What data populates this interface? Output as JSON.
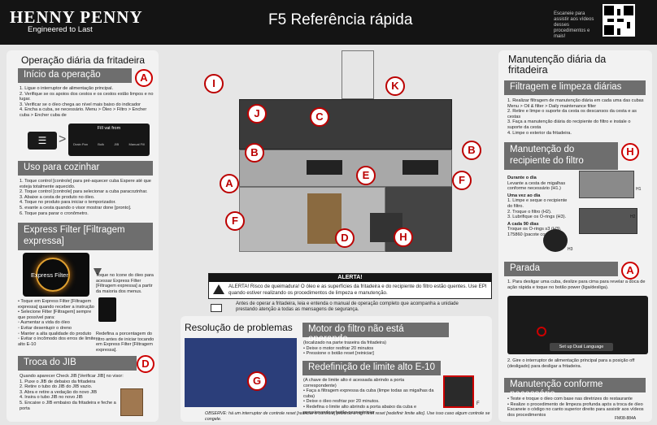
{
  "header": {
    "logo": "HENNY PENNY",
    "tagline": "Engineered to Last",
    "title": "F5 Referência rápida",
    "qr_text": "Escaneie para assistir aos vídeos desses procedimentos e mais!"
  },
  "left": {
    "title": "Operação diária da fritadeira",
    "badge": "A",
    "inicio": {
      "title": "Início da operação",
      "steps": [
        "1.  Ligue o interruptor de alimentação principal.",
        "2.  Verifique se os apoios dos cestos e os cestos estão limpos e no lugar.",
        "3.  Verificar se o óleo chega ao nível mais baixo do indicador",
        "4.  Encha a cuba, se necessário. Menu > Óleo  > Filtro > Encher cuba > Encher cuba de"
      ],
      "screen_title": "Fill vat from",
      "screen_items": [
        "Drain Pan",
        "Bulk",
        "JIB",
        "Manual Fill"
      ],
      "arrow": ">"
    },
    "cozinhar": {
      "title": "Uso para cozinhar",
      "steps": [
        "1.  Toque control [controle] para pré-aquecer cuba  Espere até que esteja totalmente aquecido.",
        "2.  Toque control [controle] para selecionar a cuba paracozinhar.",
        "3.  Abaixe a cesta de produto no óleo.",
        "4.  Toque no produto para iniciar o temporizador.",
        "5.  evante a cesta quando o visor mostrar done [pronto].",
        "6.  Toque para parar o cronômetro."
      ]
    },
    "express": {
      "title": "Express Filter [Filtragem expressa]",
      "logo": "Express Filter",
      "icon_text": "Toque no ícone do óleo para acessar Express Filter [Filtragem expressa] a partir da maioria dos menus.",
      "bullets": [
        "•  Toque em Express Filter [Filtragem expressa] quando receber a instrução",
        "•  Selecione Filter [Filtragem] sempre que possível para:",
        "  ◦ Aumentar a vida do óleo",
        "  ◦ Evitar desentupir o dreno",
        "  ◦ Manter a alta qualidade do produto",
        "  ◦ Evitar o incômodo dos erros de limite alto E-10"
      ],
      "redefine": "Redefina a porcentagem do filtro antes de iniciar tocando em Express Filter [Filtragem expressa]."
    },
    "jib": {
      "title": "Troca do JIB",
      "badge": "D",
      "intro": "Quando aparecer Check JIB [Verificar JIB] no visor:",
      "steps": [
        "1.  Puxe o JIB de debaixo da fritadeira",
        "2.  Retire o tubo do JIB do JIB vazio.",
        "3.  Abra e retire a vedação do novo JIB",
        "4.  Insira o tubo JIB no novo JIB",
        "5.  Encaixe o JIB embaixo da fritadeira e feche a porta"
      ]
    }
  },
  "center": {
    "callouts": [
      "I",
      "K",
      "J",
      "C",
      "B",
      "B",
      "A",
      "E",
      "F",
      "F",
      "D",
      "H"
    ],
    "alert": {
      "title": "ALERTA!",
      "text": "ALERTA! Risco de queimadura! O óleo e as superfícies da fritadeira e do recipiente do filtro estão quentes. Use EPI quando estiver realizando os procedimentos de limpeza e manutenção.",
      "manual": "Antes de operar a fritadeira, leia e entenda o manual de operação completo que acompanha a unidade prestando atenção a todas as mensagens de segurança."
    },
    "res": {
      "title": "Resolução de problemas",
      "badge": "G"
    },
    "motor": {
      "title": "Motor do filtro não está operando",
      "lines": [
        "(localizado na parte traseira da fritadeira)",
        "•  Deixe o motor resfriar 20 minutos",
        "•  Pressione o botão reset [reiniciar]"
      ]
    },
    "e10": {
      "title": "Redefinição de limite alto E-10",
      "lines": [
        "(A chave de limite alto  é acessada abrindo a porta correspondente)",
        "•  Faça a filtragem expressa da cuba (limpe todas as migalhas da cuba)",
        "•  Deixe o óleo resfriar por 20 minutos.",
        "•  Redefina o limite alto abrindo a porta abaixo da cuba e pressionando o botão para reiniciar"
      ],
      "badge": "F"
    },
    "obs": "OBSERVE: há um interruptor de controle reset [reiniciar o controle] próximo a high limit reset [redefinir limite alto]. Use isso caso algum controle se congele."
  },
  "right": {
    "title": "Manutenção diária da fritadeira",
    "filt": {
      "title": "Filtragem e limpeza diárias",
      "steps": [
        "1.  Realizar filtragem de manutenção diária em cada uma das cubas Menu > Oil & filter > Daily maintenance filter",
        "2.  Retire e limpe o suporte da cesta  os descansos da cesta  e as cestas",
        "3.  Faça a manutenção diária do recipiente do filtro  e instale o suporte da cesta",
        "4.  Limpe o exterior da fritadeira."
      ]
    },
    "recip": {
      "title": "Manutenção do recipiente do filtro",
      "badge": "H",
      "lines": [
        "Durante o dia",
        "Levante a cesta de migalhas conforme necessário (H1.)",
        "Uma vez ao dia",
        "1.  Limpe e seque o recipiente do filtro.",
        "2.  Troque o filtro (H2).",
        "3.  Lubrifique os O-rings (H3).",
        "A cada 90 dias",
        "Troque os O-rings s3 (H3).",
        "175860 (pacote com 10)"
      ],
      "labels": [
        "H1",
        "H2",
        "H3"
      ]
    },
    "parada": {
      "title": "Parada",
      "badge": "A",
      "step1": "1.  Para desligar uma cuba, deslize para cima para revelar a doca de ação rápida e toque no botão power (liga/desliga).",
      "button": "Set up Dual Language",
      "step2": "2.  Gire o interruptor de alimentação principal para a posição off (desligado) para desligar a fritadeira."
    },
    "nec": {
      "title": "Manutenção conforme necessário",
      "lines": [
        "•  Teste e troque o óleo com base nas diretrizes do restaurante",
        "•  Realize o procedimento de limpeza profunda após a troca de óleo Escaneie o código no canto superior direito para assistir aos vídeos dos procedimentos"
      ]
    },
    "code": "FM08-884A"
  },
  "colors": {
    "header": "#141414",
    "bar": "#6e6e6e",
    "accent": "#c00000"
  }
}
